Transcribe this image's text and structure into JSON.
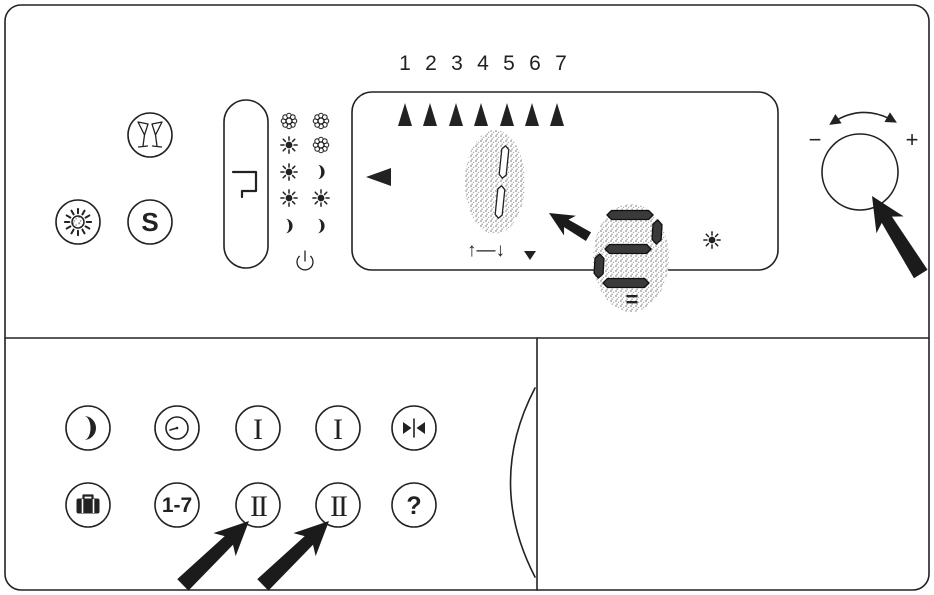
{
  "display": {
    "days": [
      "1",
      "2",
      "3",
      "4",
      "5",
      "6",
      "7"
    ],
    "day_markers_on": [
      true,
      true,
      true,
      true,
      true,
      true,
      true
    ],
    "main_digit": 1,
    "secondary_digit": 2,
    "secondary_mark": "=",
    "arrow_indicator": "↑—↓",
    "status_icon": "sun-icon",
    "pointer_icon": "left-triangle-icon"
  },
  "dial": {
    "minus": "−",
    "plus": "+",
    "icon": "rotate-double-arrow-icon"
  },
  "upper_buttons": {
    "party": {
      "icon": "champagne-glasses-icon"
    },
    "sun": {
      "icon": "sun-icon"
    },
    "standby": {
      "label": "S"
    },
    "mode_selector": {
      "icon": "bracket-icon"
    }
  },
  "mode_rows": [
    [
      "flower-icon",
      "flower-icon"
    ],
    [
      "sun-icon",
      "flower-icon"
    ],
    [
      "sun-icon",
      "moon-icon"
    ],
    [
      "sun-icon",
      "sun-icon"
    ],
    [
      "moon-icon",
      "moon-icon"
    ],
    [
      "power-icon"
    ]
  ],
  "lower_buttons": {
    "row1": [
      {
        "icon": "moon-icon"
      },
      {
        "icon": "clock-icon"
      },
      {
        "label": "I"
      },
      {
        "label": "I"
      },
      {
        "icon": "converge-arrows-icon"
      }
    ],
    "row2": [
      {
        "icon": "briefcase-icon"
      },
      {
        "label": "1-7"
      },
      {
        "label": "II"
      },
      {
        "label": "II"
      },
      {
        "label": "?"
      }
    ]
  }
}
